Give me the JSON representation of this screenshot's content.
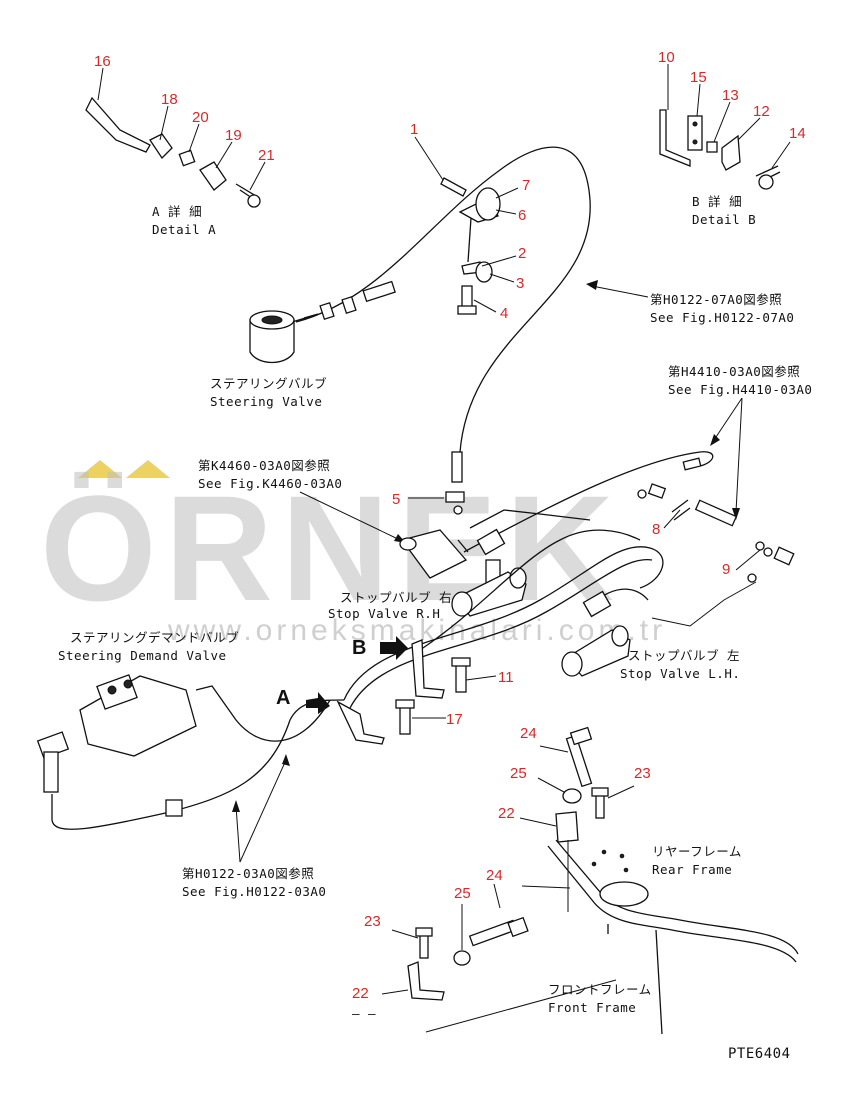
{
  "watermark": {
    "brand": "ÖRNEK",
    "url": "www.orneksmakinalari.com.tr",
    "accent_color": "#e8c63a",
    "text_color": "#bfbfbf"
  },
  "labels": {
    "detail_a_jp": "A 詳 細",
    "detail_a_en": "Detail A",
    "detail_b_jp": "B 詳 細",
    "detail_b_en": "Detail B",
    "steering_valve_jp": "ステアリングバルブ",
    "steering_valve_en": "Steering Valve",
    "ref_h0122_07_jp": "第H0122-07A0図参照",
    "ref_h0122_07_en": "See Fig.H0122-07A0",
    "ref_h4410_jp": "第H4410-03A0図参照",
    "ref_h4410_en": "See Fig.H4410-03A0",
    "ref_k4460_jp": "第K4460-03A0図参照",
    "ref_k4460_en": "See Fig.K4460-03A0",
    "stop_valve_rh_jp": "ストップバルブ 右",
    "stop_valve_rh_en": "Stop Valve R.H",
    "stop_valve_lh_jp": "ストップバルブ 左",
    "stop_valve_lh_en": "Stop Valve L.H.",
    "steering_demand_jp": "ステアリングデマンドバルブ",
    "steering_demand_en": "Steering Demand Valve",
    "ref_h0122_03_jp": "第H0122-03A0図参照",
    "ref_h0122_03_en": "See Fig.H0122-03A0",
    "rear_frame_jp": "リヤーフレーム",
    "rear_frame_en": "Rear Frame",
    "front_frame_jp": "フロントフレーム",
    "front_frame_en": "Front Frame",
    "view_a": "A",
    "view_b": "B",
    "drawing_no": "PTE6404",
    "dash_mark": "– –"
  },
  "part_numbers": {
    "p1": "1",
    "p2": "2",
    "p3": "3",
    "p4": "4",
    "p5": "5",
    "p6": "6",
    "p7": "7",
    "p8": "8",
    "p9": "9",
    "p10": "10",
    "p11": "11",
    "p12": "12",
    "p13": "13",
    "p14": "14",
    "p15": "15",
    "p16": "16",
    "p17": "17",
    "p18": "18",
    "p19": "19",
    "p20": "20",
    "p21": "21",
    "p22a": "22",
    "p22b": "22",
    "p23a": "23",
    "p23b": "23",
    "p24a": "24",
    "p24b": "24",
    "p25a": "25",
    "p25b": "25"
  },
  "colors": {
    "callout_red": "#d42a2a",
    "line_black": "#111111"
  }
}
